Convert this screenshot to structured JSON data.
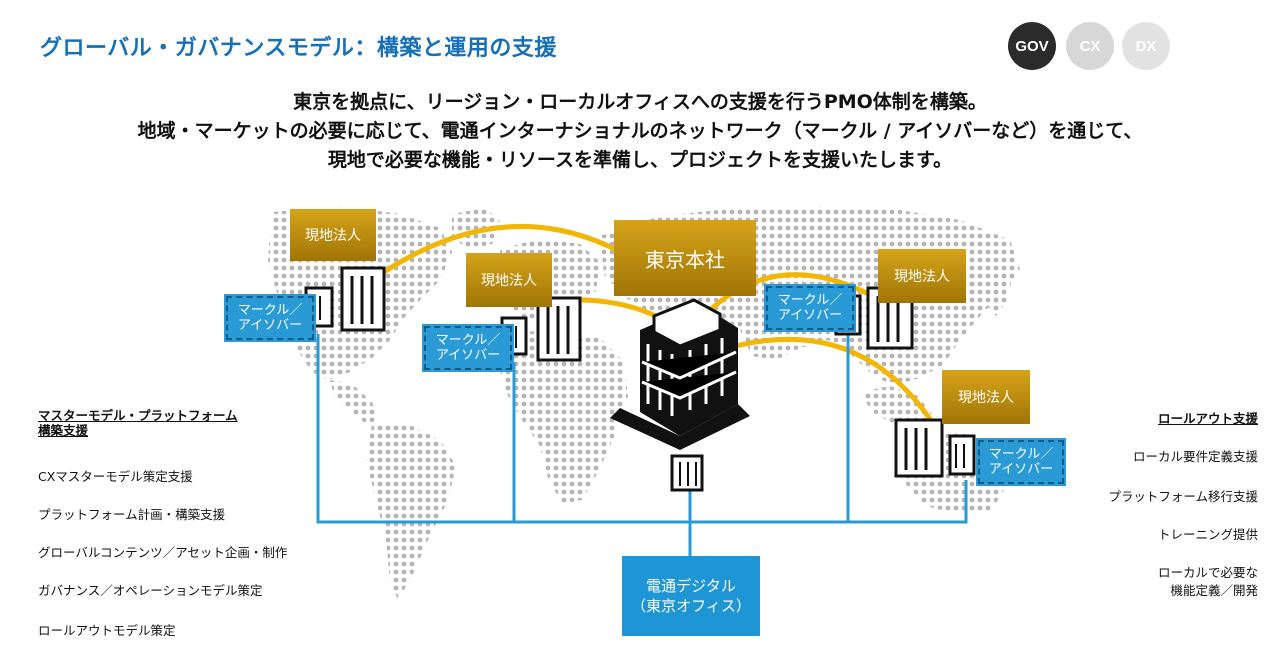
{
  "title": "グローバル・ガバナンスモデル：構築と運用の支援",
  "badges": [
    "GOV",
    "CX",
    "DX"
  ],
  "intro": [
    "東京を拠点に、リージョン・ローカルオフィスへの支援を行うPMO体制を構築。",
    "地域・マーケットの必要に応じて、電通インターナショナルのネットワーク（マークル / アイソバーなど）を通じて、",
    "現地で必要な機能・リソースを準備し、プロジェクトを支援いたします。"
  ],
  "diagram": {
    "hq_label": "東京本社",
    "local_label": "現地法人",
    "network_label_line1": "マークル／",
    "network_label_line2": "アイソバー",
    "dentsu_line1": "電通デジタル",
    "dentsu_line2": "（東京オフィス）",
    "colors": {
      "gold": "#c8960f",
      "blue": "#2a9ad6",
      "arc": "#f2b705",
      "map_dot": "#b5b5b5"
    }
  },
  "left_panel": {
    "heading_line1": "マスターモデル・プラットフォーム",
    "heading_line2": "構築支援",
    "items": [
      "CXマスターモデル策定支援",
      "プラットフォーム計画・構築支援",
      "グローバルコンテンツ／アセット企画・制作",
      "ガバナンス／オペレーションモデル策定",
      "ロールアウトモデル策定"
    ]
  },
  "right_panel": {
    "heading": "ロールアウト支援",
    "items": [
      "ローカル要件定義支援",
      "プラットフォーム移行支援",
      "トレーニング提供",
      "ローカルで必要な",
      "機能定義／開発"
    ]
  }
}
